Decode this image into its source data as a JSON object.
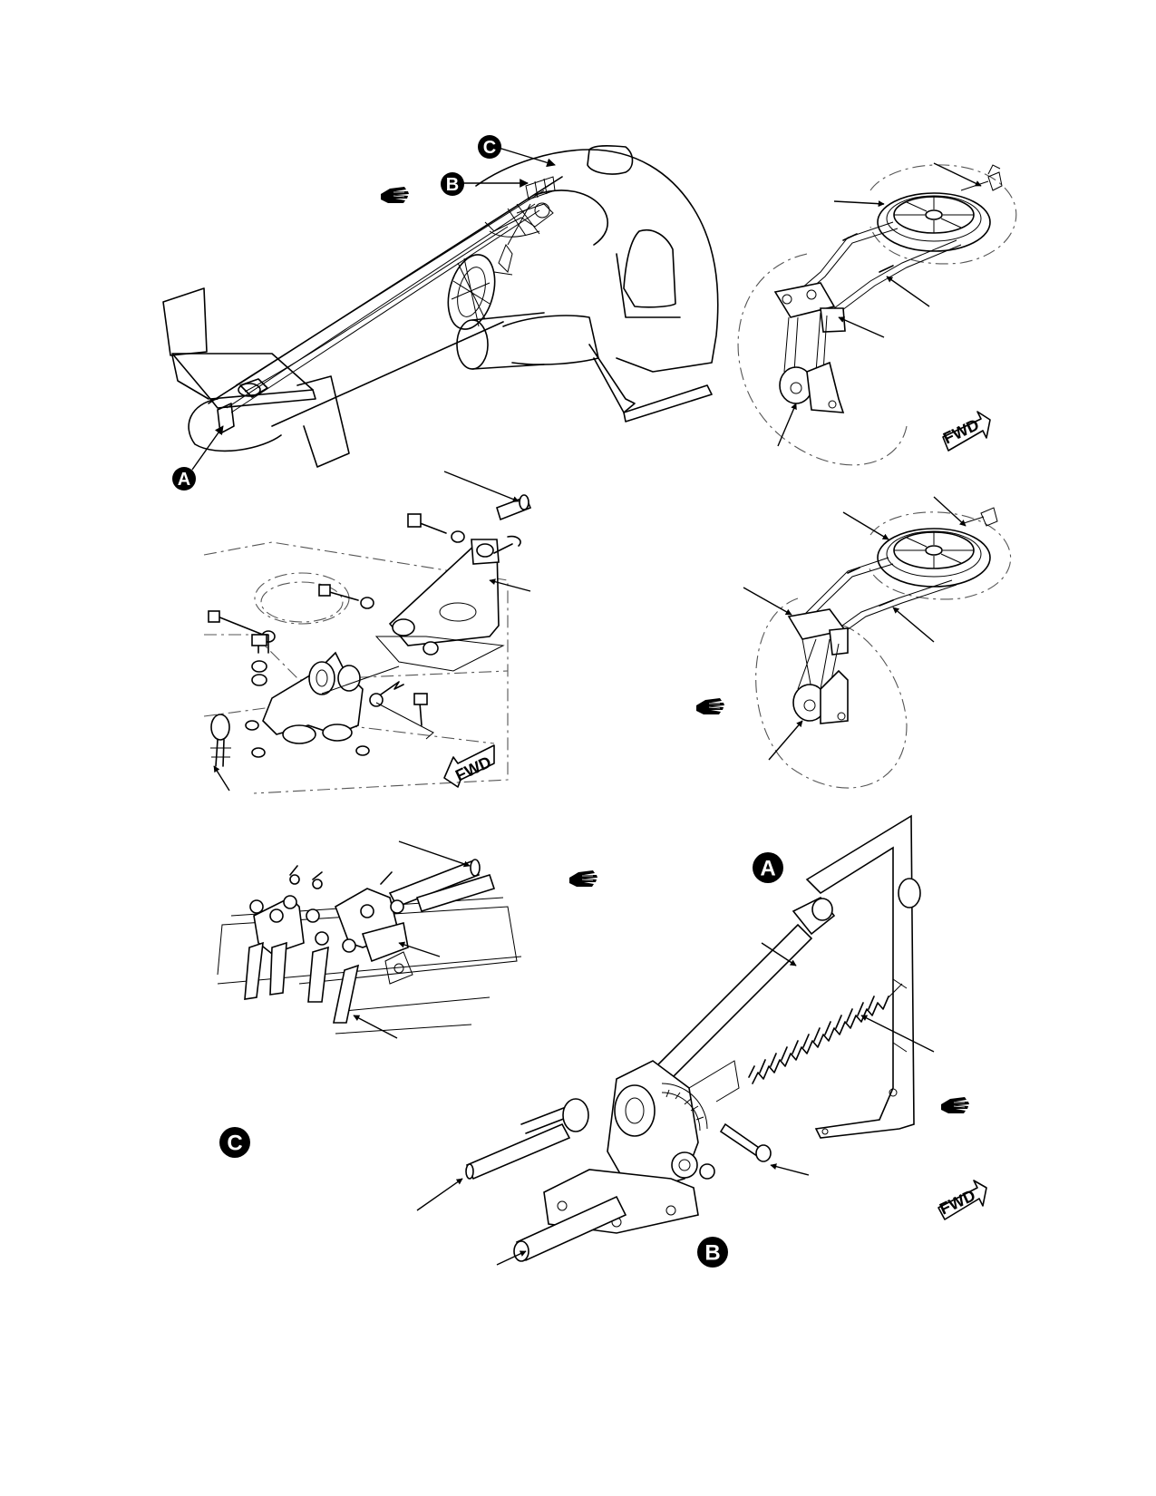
{
  "callouts": {
    "a": "A",
    "b": "B",
    "c": "C"
  },
  "detail_labels": {
    "a": "A",
    "b": "B",
    "c": "C"
  },
  "fwd_label": "FWD",
  "icons": {
    "pointer": "pointing-hand-icon",
    "arrow": "fwd-arrow-icon"
  },
  "colors": {
    "line": "#000000",
    "background": "#ffffff",
    "phantom": "#555555"
  }
}
